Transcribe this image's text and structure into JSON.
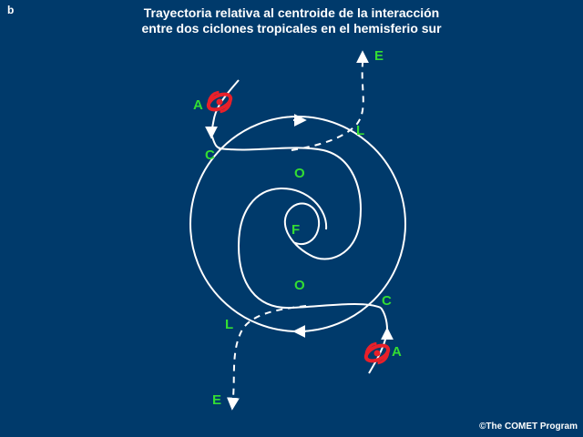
{
  "panel_letter": "b",
  "title": {
    "line1": "Trayectoria relativa al centroide de la interacción",
    "line2": "entre dos ciclones tropicales en el hemisferio sur"
  },
  "labels": {
    "top_A": "A",
    "top_C": "C",
    "top_L": "L",
    "top_E": "E",
    "O_upper": "O",
    "F": "F",
    "O_lower": "O",
    "bottom_C": "C",
    "bottom_A": "A",
    "bottom_L": "L",
    "bottom_E": "E"
  },
  "credit": "©The COMET Program",
  "colors": {
    "background": "#003a6b",
    "stage_labels": "#33dd33",
    "cyclone_symbol": "#e8202a",
    "tracks": "#ffffff"
  }
}
